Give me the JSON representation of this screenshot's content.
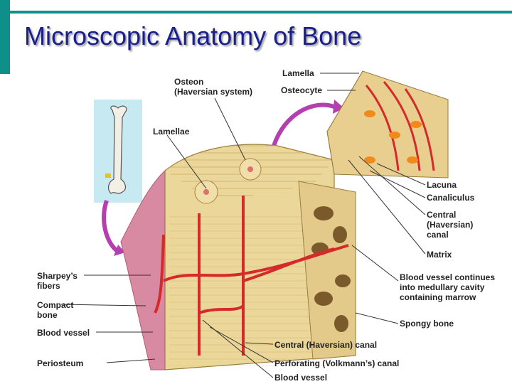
{
  "slide": {
    "title": "Microscopic Anatomy of Bone",
    "accent_color": "#0f8f89",
    "title_color": "#1a1f8c"
  },
  "labels": {
    "osteon_1": "Osteon",
    "osteon_2": "(Haversian system)",
    "lamella": "Lamella",
    "osteocyte": "Osteocyte",
    "lamellae": "Lamellae",
    "lacuna": "Lacuna",
    "canaliculus": "Canaliculus",
    "central_canal_1": "Central",
    "central_canal_2": "(Haversian)",
    "central_canal_3": "canal",
    "matrix": "Matrix",
    "sharpeys_1": "Sharpey’s",
    "sharpeys_2": "fibers",
    "compact_1": "Compact",
    "compact_2": "bone",
    "blood_vessel_left": "Blood vessel",
    "periosteum": "Periosteum",
    "bv_continues_1": "Blood vessel continues",
    "bv_continues_2": "into medullary cavity",
    "bv_continues_3": "containing marrow",
    "spongy_bone": "Spongy bone",
    "central_haversian_canal": "Central (Haversian) canal",
    "perforating_canal": "Perforating (Volkmann’s) canal",
    "blood_vessel_bottom": "Blood vessel"
  }
}
